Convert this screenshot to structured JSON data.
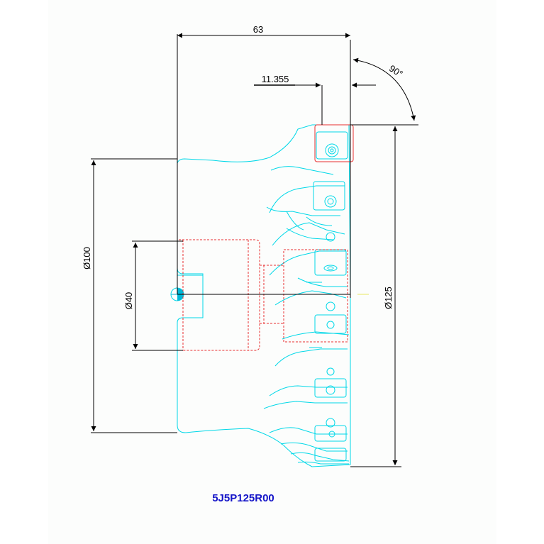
{
  "drawing": {
    "part_number": "5J5P125R00",
    "dimensions": {
      "overall_length": "63",
      "insert_offset": "11.355",
      "angle": "90°",
      "bore_diameter": "Ø40",
      "body_diameter": "Ø100",
      "cutting_diameter": "Ø125"
    },
    "colors": {
      "dimension_lines": "#000000",
      "part_outline": "#00d8e8",
      "hidden_lines": "#e83030",
      "part_label": "#1414c8",
      "insert_highlight": "#e83030"
    }
  }
}
